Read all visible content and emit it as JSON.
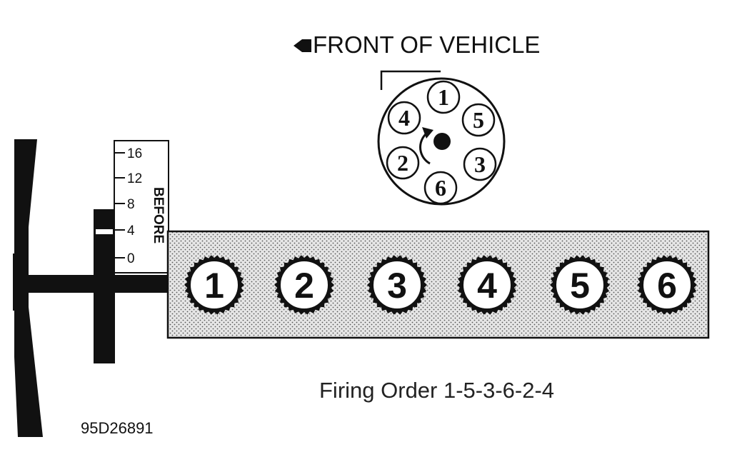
{
  "header": {
    "front_label": "FRONT OF VEHICLE"
  },
  "timing_scale": {
    "marks": [
      "16",
      "12",
      "8",
      "4",
      "0"
    ],
    "direction_label": "BEFORE"
  },
  "distributor_cap": {
    "terminals": [
      "1",
      "5",
      "3",
      "6",
      "2",
      "4"
    ],
    "rotation": "clockwise"
  },
  "engine": {
    "cylinders": [
      "1",
      "2",
      "3",
      "4",
      "5",
      "6"
    ]
  },
  "caption": "Firing Order 1-5-3-6-2-4",
  "figure_code": "95D26891",
  "colors": {
    "ink": "#111111",
    "block_fill": "#dcdcdc",
    "background": "#ffffff"
  }
}
